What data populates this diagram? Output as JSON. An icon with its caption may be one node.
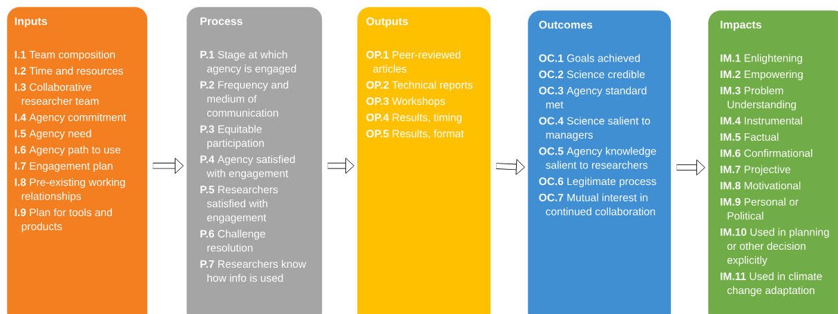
{
  "diagram": {
    "nodes": [
      {
        "text": [
          "Inputs",
          "**I.1** Team composition",
          "**I.2** Time and resources",
          "**I.3** Collaborative researcher team",
          "**I.4** Agency commitment",
          "**I.5** Agency need",
          "**I.6**  Agency path to use",
          "**I.7** Engagement plan",
          "**I.8** Pre-existing working relationships",
          "**I.9** Plan for tools and products"
        ]
      },
      {
        "text": [
          "Process",
          "**P.1** Stage at which agency is engaged",
          "**P.2** Frequency and medium of communication",
          "**P.3** Equitable participation",
          "**P.4** Agency satisfied with engagement",
          "**P.5** Researchers satisfied with engagement",
          "**P.6** Challenge resolution",
          "**P.7** Researchers know how info is used"
        ]
      },
      {
        "text": [
          "Outputs",
          "**OP.1** Peer-reviewed articles",
          "**OP.2** Technical reports",
          "**OP.3** Workshops",
          "**OP.4** Results, timing",
          "**OP.5** Results, format"
        ]
      },
      {
        "text": [
          "Outcomes",
          "**OC.1** Goals achieved",
          "**OC.2** Science credible",
          "**OC.3** Agency standard met",
          "**OC.4** Science salient to managers",
          "**OC.5** Agency knowledge salient to researchers",
          "**OC.6** Legitimate process",
          "**OC.7** Mutual interest in continued collaboration"
        ]
      },
      {
        "text": [
          "Impacts",
          "**IM.1** Enlightening",
          "**IM.2** Empowering",
          "**IM.3** Problem Understanding",
          "**IM.4** Instrumental",
          "**IM.5** Factual",
          "**IM.6** Confirmational",
          "**IM.7** Projective",
          "**IM.8** Motivational",
          "**IM.9** Personal or Political",
          "**IM.10** Used in planning or other decision explicitly",
          "**IM.11** Used in climate change adaptation"
        ]
      }
    ],
    "edges": [
      {
        "from": 0,
        "to": 1,
        "arrow": "to"
      },
      {
        "from": 1,
        "to": 2,
        "arrow": "to"
      },
      {
        "from": 2,
        "to": 3,
        "arrow": "to"
      },
      {
        "from": 3,
        "to": 4,
        "arrow": "to"
      }
    ]
  }
}
